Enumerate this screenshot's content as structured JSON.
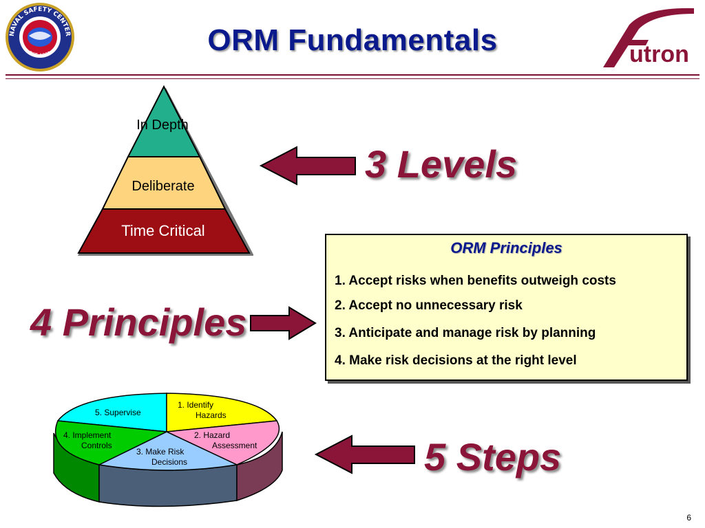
{
  "header": {
    "title": "ORM Fundamentals",
    "seal_text": "NAVAL SAFETY CENTER",
    "seal_est": "EST. 1951",
    "brand": "utron"
  },
  "levels": {
    "label": "3 Levels",
    "tiers": [
      "In Depth",
      "Deliberate",
      "Time Critical"
    ],
    "colors": [
      "#22b08c",
      "#ffd47f",
      "#9c0e14"
    ]
  },
  "principles": {
    "label": "4 Principles",
    "box_title": "ORM Principles",
    "items": [
      "1.  Accept risks when benefits outweigh costs",
      "2.  Accept no unnecessary risk",
      "3.  Anticipate and manage risk by planning",
      "4.  Make risk decisions at the right level"
    ]
  },
  "steps": {
    "label": "5 Steps",
    "slices": [
      {
        "line1": "1. Identify",
        "line2": "Hazards",
        "color": "#ffff00"
      },
      {
        "line1": "2. Hazard",
        "line2": "Assessment",
        "color": "#ff99cc"
      },
      {
        "line1": "3. Make Risk",
        "line2": "Decisions",
        "color": "#99ccff"
      },
      {
        "line1": "4. Implement",
        "line2": "Controls",
        "color": "#00cc00"
      },
      {
        "line1": "5. Supervise",
        "line2": "",
        "color": "#00ffff"
      }
    ]
  },
  "footer": {
    "page_number": "6"
  }
}
